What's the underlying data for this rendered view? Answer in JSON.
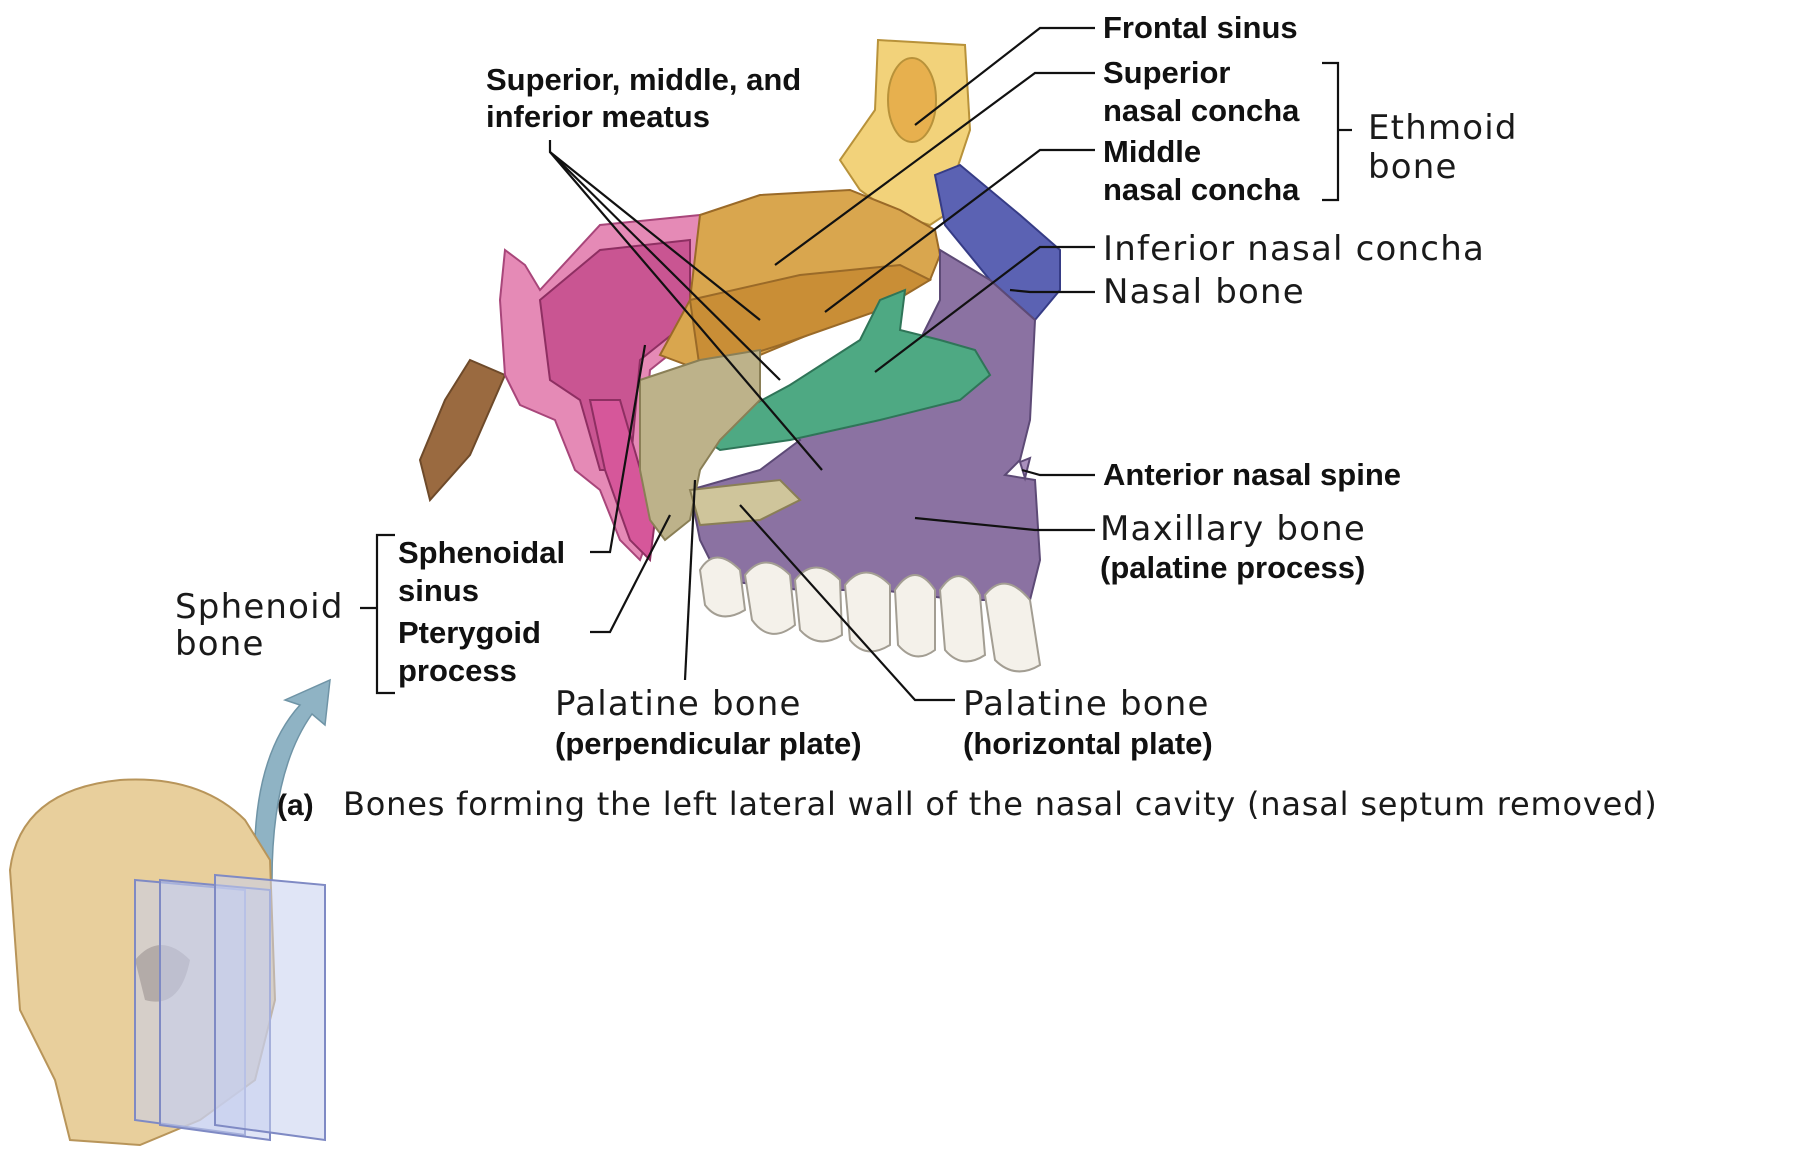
{
  "labels": {
    "frontal_sinus": "Frontal sinus",
    "superior_nasal_concha": [
      "Superior",
      "nasal concha"
    ],
    "middle_nasal_concha": [
      "Middle",
      "nasal concha"
    ],
    "ethmoid_bone": [
      "Ethmoid",
      "bone"
    ],
    "meatus": [
      "Superior, middle, and",
      "inferior meatus"
    ],
    "inferior_nasal_concha": "Inferior nasal concha",
    "nasal_bone": "Nasal bone",
    "anterior_nasal_spine": "Anterior nasal spine",
    "maxillary_bone": [
      "Maxillary bone",
      "(palatine process)"
    ],
    "sphenoid_bone": [
      "Sphenoid",
      "bone"
    ],
    "sphenoidal_sinus": [
      "Sphenoidal",
      "sinus"
    ],
    "pterygoid_process": [
      "Pterygoid",
      "process"
    ],
    "palatine_perpendicular": [
      "Palatine bone",
      "(perpendicular plate)"
    ],
    "palatine_horizontal": [
      "Palatine bone",
      "(horizontal plate)"
    ]
  },
  "caption": {
    "letter": "(a)",
    "text": "Bones forming the left lateral wall of the nasal cavity (nasal septum removed)"
  },
  "colors": {
    "frontal": "#f2d27a",
    "ethmoid": "#d9a64e",
    "sphenoid": "#c95592",
    "sphenoid_light": "#e58ab6",
    "nasal": "#5b62b3",
    "maxilla": "#8b72a2",
    "inferior_concha": "#4ea983",
    "palatine": "#bdb28a",
    "teeth": "#f4f1ea",
    "occipital": "#9a6a40",
    "skull": "#e8cf9c",
    "arrow": "#8fb3c4"
  }
}
